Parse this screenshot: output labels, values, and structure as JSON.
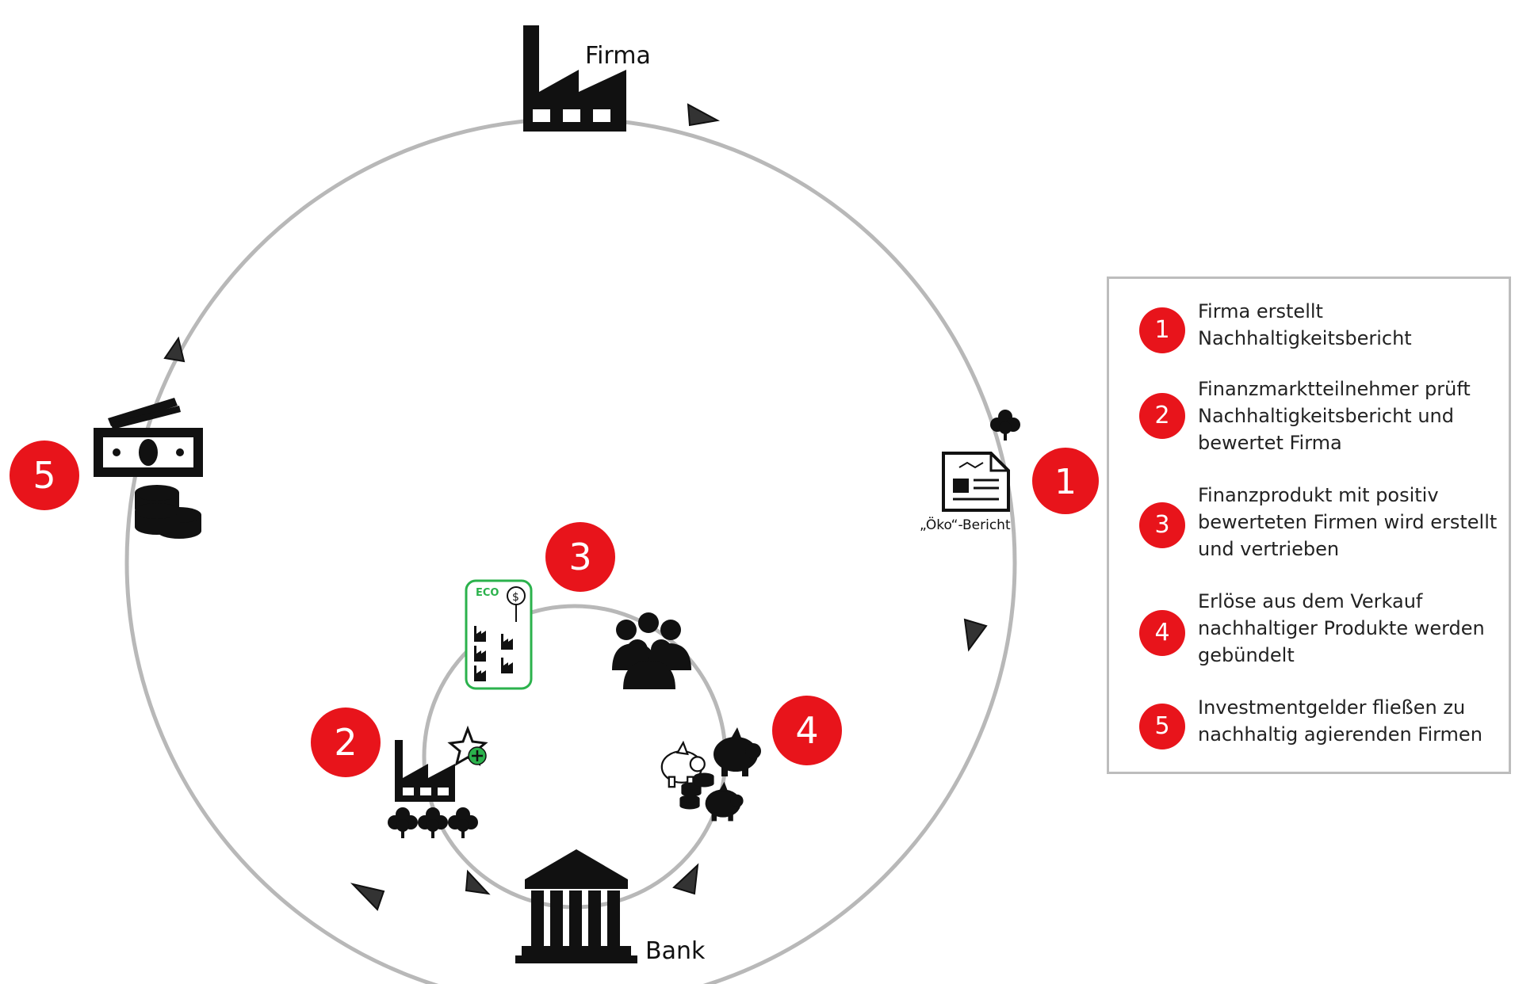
{
  "nodes": {
    "firma": "Firma",
    "bank": "Bank",
    "report": "„Öko“-Bericht",
    "eco_card": "ECO"
  },
  "badges": [
    "1",
    "2",
    "3",
    "4",
    "5"
  ],
  "legend": [
    {
      "num": "1",
      "lines": [
        "Firma erstellt",
        "Nachhaltigkeitsbericht"
      ]
    },
    {
      "num": "2",
      "lines": [
        "Finanzmarktteilnehmer prüft",
        "Nachhaltigkeitsbericht und",
        "bewertet Firma"
      ]
    },
    {
      "num": "3",
      "lines": [
        "Finanzprodukt mit positiv",
        "bewerteten Firmen wird erstellt",
        "und vertrieben"
      ]
    },
    {
      "num": "4",
      "lines": [
        "Erlöse aus dem Verkauf",
        "nachhaltiger Produkte werden",
        "gebündelt"
      ]
    },
    {
      "num": "5",
      "lines": [
        "Investmentgelder fließen zu",
        "nachhaltig agierenden Firmen"
      ]
    }
  ],
  "colors": {
    "badge": "#e8141b",
    "ring": "#b8b8b8",
    "icon": "#111111",
    "eco_green": "#2bb24c",
    "legend_border": "#bdbdbd"
  }
}
